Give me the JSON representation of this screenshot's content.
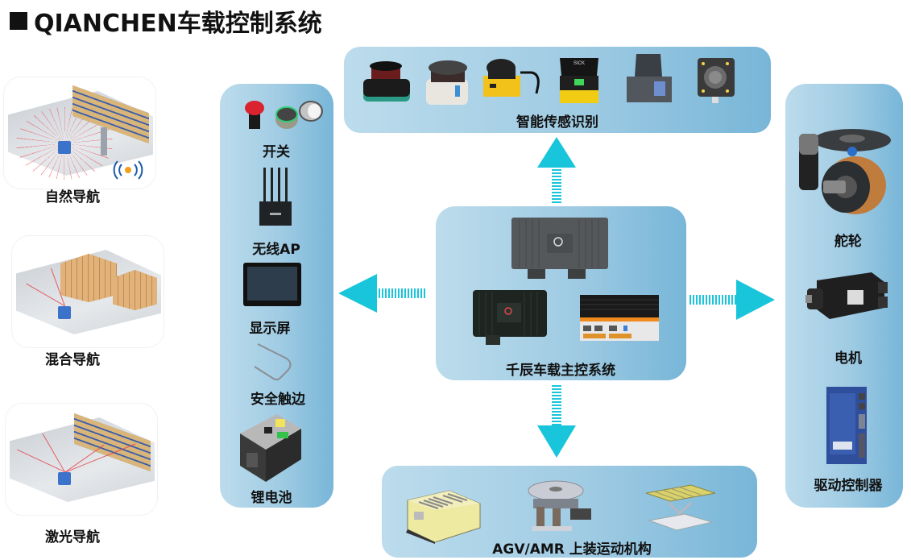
{
  "header": {
    "title": "QIANCHEN车载控制系统"
  },
  "navigation": [
    {
      "label": "自然导航",
      "icon": "natural-navigation-scene"
    },
    {
      "label": "混合导航",
      "icon": "hybrid-navigation-scene"
    },
    {
      "label": "激光导航",
      "icon": "laser-navigation-scene"
    }
  ],
  "peripherals": {
    "items": [
      {
        "label": "开关",
        "icon": "switch-buttons-icon"
      },
      {
        "label": "无线AP",
        "icon": "wireless-router-icon"
      },
      {
        "label": "显示屏",
        "icon": "display-screen-icon"
      },
      {
        "label": "安全触边",
        "icon": "safety-edge-icon"
      },
      {
        "label": "锂电池",
        "icon": "lithium-battery-icon"
      }
    ]
  },
  "sensors": {
    "label": "智能传感识别",
    "devices": [
      "lidar-sensor-1",
      "lidar-sensor-2",
      "safety-scanner-yellow",
      "sick-safety-scanner",
      "laser-scanner-box",
      "vision-camera"
    ],
    "brand_text": "SICK"
  },
  "main_controller": {
    "label": "千辰车载主控系统"
  },
  "actuators": {
    "items": [
      {
        "label": "舵轮",
        "icon": "steering-wheel-icon"
      },
      {
        "label": "电机",
        "icon": "servo-motor-icon"
      },
      {
        "label": "驱动控制器",
        "icon": "drive-controller-icon"
      }
    ]
  },
  "mechanisms": {
    "label": "AGV/AMR 上装运动机构",
    "devices": [
      "roller-agv",
      "rotary-table",
      "scissor-lift-conveyor"
    ]
  },
  "colors": {
    "arrow": "#18c5da",
    "panel_light": "#bcdcec",
    "panel_dark": "#78b6d8"
  }
}
